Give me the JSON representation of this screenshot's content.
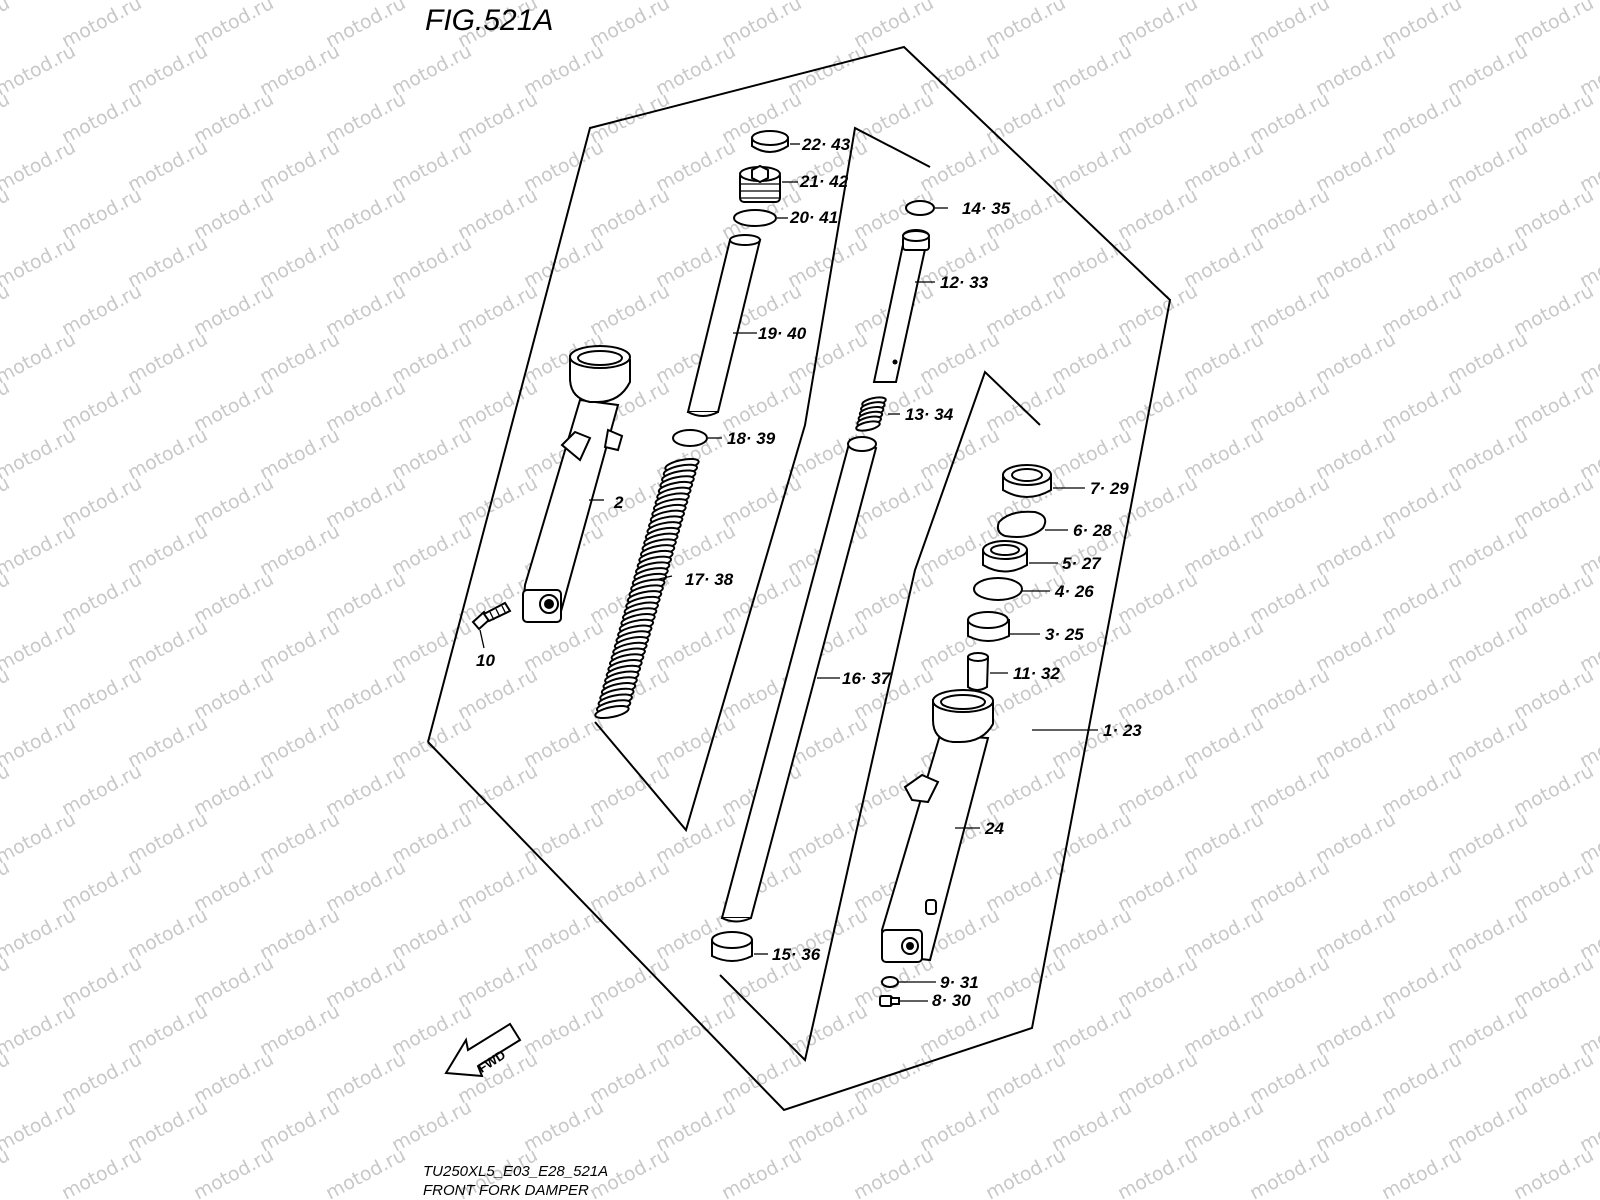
{
  "figure": {
    "title": "FIG.521A",
    "model_code": "TU250XL5_E03_E28_521A",
    "caption": "FRONT FORK DAMPER"
  },
  "watermark": {
    "text": "motod.ru",
    "color": "#c8c8c8"
  },
  "fwd_label": "FWD",
  "labels": {
    "l_22_43": "22· 43",
    "l_21_42": "21· 42",
    "l_20_41": "20· 41",
    "l_19_40": "19· 40",
    "l_18_39": "18· 39",
    "l_17_38": "17· 38",
    "l_2": "2",
    "l_10": "10",
    "l_14_35": "14· 35",
    "l_12_33": "12· 33",
    "l_13_34": "13· 34",
    "l_16_37": "16· 37",
    "l_15_36": "15· 36",
    "l_7_29": "7· 29",
    "l_6_28": "6· 28",
    "l_5_27": "5· 27",
    "l_4_26": "4· 26",
    "l_3_25": "3· 25",
    "l_11_32": "11· 32",
    "l_1_23": "1· 23",
    "l_24": "24",
    "l_9_31": "9· 31",
    "l_8_30": "8· 30"
  }
}
